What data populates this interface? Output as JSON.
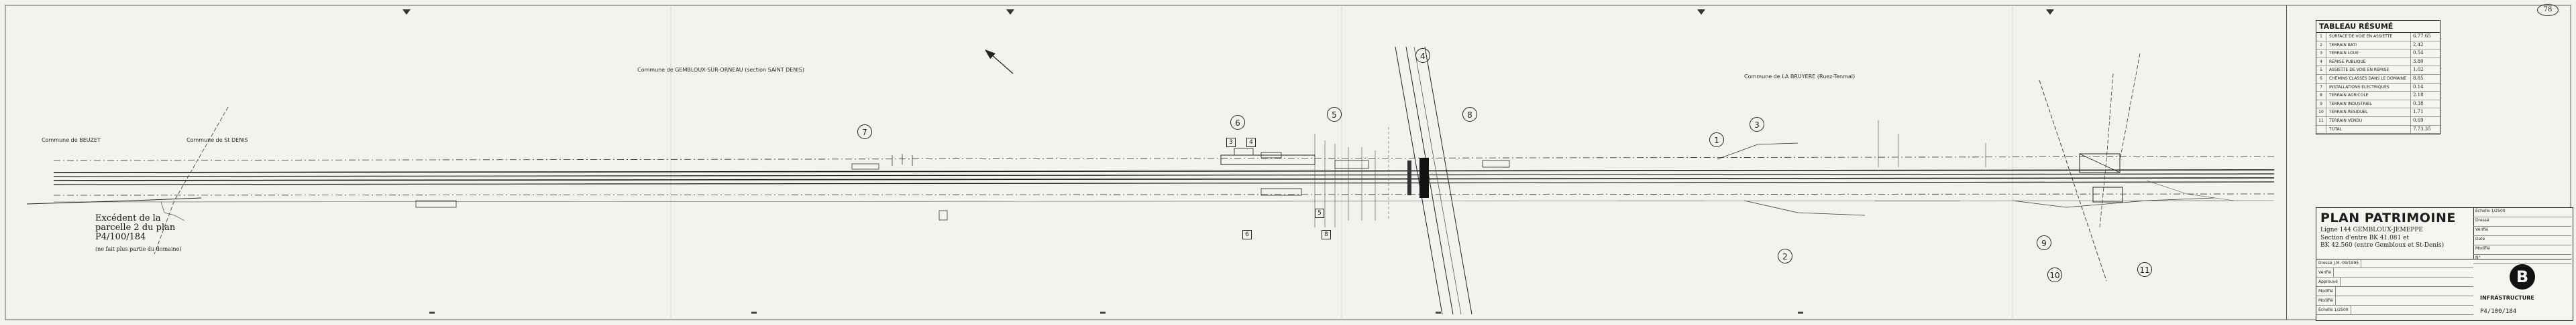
{
  "communes": {
    "beuzet": "Commune de BEUZET",
    "saint_denis": "Commune de St DENIS",
    "gembloux": "Commune de GEMBLOUX-SUR-ORNEAU (section SAINT DENIS)",
    "la_bruyere": "Commune de LA BRUYERE (Ruez-Tenmal)"
  },
  "notes": {
    "excedent": "Excédent de la parcelle 2 du plan P4/100/184",
    "excedent_sub": "(ne fait plus partie du domaine)"
  },
  "callouts": [
    "1",
    "2",
    "3",
    "4",
    "5",
    "6",
    "7",
    "8",
    "9",
    "10",
    "11"
  ],
  "squares": [
    "3",
    "4",
    "5",
    "6",
    "8"
  ],
  "summary": {
    "title": "TABLEAU RÉSUMÉ",
    "rows": [
      {
        "n": "1",
        "name": "SURFACE DE VOIE EN ASSIETTE",
        "val": "6.77.65"
      },
      {
        "n": "2",
        "name": "TERRAIN BATI",
        "val": "2.42"
      },
      {
        "n": "3",
        "name": "TERRAIN LOUE",
        "val": "0.54"
      },
      {
        "n": "4",
        "name": "REMISE PUBLIQUE",
        "val": "3.80"
      },
      {
        "n": "5",
        "name": "ASSIETTE DE VOIE EN REMISE",
        "val": "1.02"
      },
      {
        "n": "6",
        "name": "CHEMINS CLASSES DANS LE DOMAINE",
        "val": "8.85"
      },
      {
        "n": "7",
        "name": "INSTALLATIONS ELECTRIQUES",
        "val": "0.14"
      },
      {
        "n": "8",
        "name": "TERRAIN AGRICOLE",
        "val": "2.18"
      },
      {
        "n": "9",
        "name": "TERRAIN INDUSTRIEL",
        "val": "0.38"
      },
      {
        "n": "10",
        "name": "TERRAIN RESIDUEL",
        "val": "1.71"
      },
      {
        "n": "11",
        "name": "TERRAIN VENDU",
        "val": "0.69"
      },
      {
        "n": "",
        "name": "TOTAL",
        "val": "7.73.35"
      }
    ]
  },
  "titleblock": {
    "title": "PLAN PATRIMOINE",
    "ligne_label": "Ligne",
    "ligne": "144 GEMBLOUX-JEMEPPE",
    "sub1": "Section d'entre BK 41.081 et",
    "sub2": "BK 42.560 (entre Gembloux et St-Denis)",
    "grid": [
      "Échelle 1/2500",
      "Dressé",
      "Vérifié",
      "Date",
      "Modifié",
      "N°"
    ],
    "rows": [
      "Dressé  J.M.  09/1995",
      "Vérifié",
      "Approuvé",
      "Modifié",
      "Modifié",
      "Échelle 1/2500"
    ],
    "logo": "B",
    "infra": "INFRASTRUCTURE",
    "code": "P4/100/184"
  },
  "sheet_number": "78"
}
